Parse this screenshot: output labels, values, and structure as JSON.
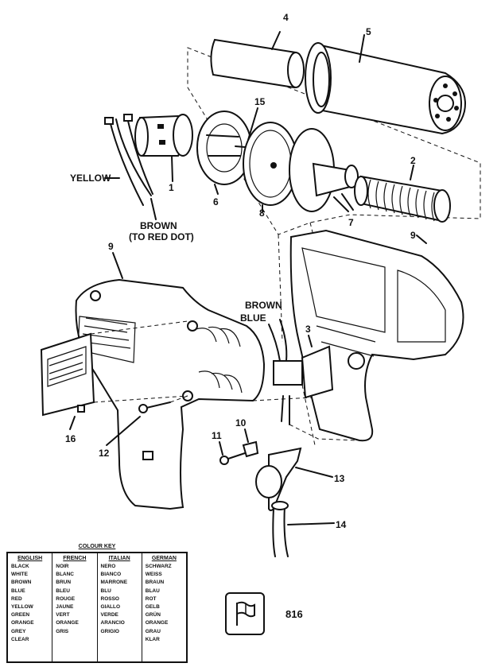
{
  "callouts": {
    "n1": "1",
    "n2": "2",
    "n3": "3",
    "n4": "4",
    "n5": "5",
    "n6": "6",
    "n7": "7",
    "n8": "8",
    "n9a": "9",
    "n9b": "9",
    "n10": "10",
    "n11": "11",
    "n12": "12",
    "n13": "13",
    "n14": "14",
    "n15": "15",
    "n16": "16"
  },
  "wire_labels": {
    "yellow": "YELLOW",
    "brown_top": "BROWN",
    "to_red_dot": "(TO RED DOT)",
    "brown_switch": "BROWN",
    "blue_switch": "BLUE"
  },
  "colour_key": {
    "title": "COLOUR KEY",
    "columns": [
      {
        "header": "ENGLISH",
        "entries": [
          "BLACK",
          "WHITE",
          "BROWN",
          "BLUE",
          "RED",
          "YELLOW",
          "GREEN",
          "ORANGE",
          "GREY",
          "CLEAR"
        ]
      },
      {
        "header": "FRENCH",
        "entries": [
          "NOIR",
          "BLANC",
          "BRUN",
          "BLEU",
          "ROUGE",
          "JAUNE",
          "VERT",
          "ORANGE",
          "GRIS"
        ]
      },
      {
        "header": "ITALIAN",
        "entries": [
          "NERO",
          "BIANCO",
          "MARRONE",
          "BLU",
          "ROSSO",
          "GIALLO",
          "VERDE",
          "ARANCIO",
          "GRIGIO"
        ]
      },
      {
        "header": "GERMAN",
        "entries": [
          "SCHWARZ",
          "WEISS",
          "BRAUN",
          "BLAU",
          "ROT",
          "GELB",
          "GRÜN",
          "ORANGE",
          "GRAU",
          "KLAR"
        ]
      }
    ]
  },
  "reference_code": "816",
  "icons": {
    "flag": "flag-icon"
  }
}
